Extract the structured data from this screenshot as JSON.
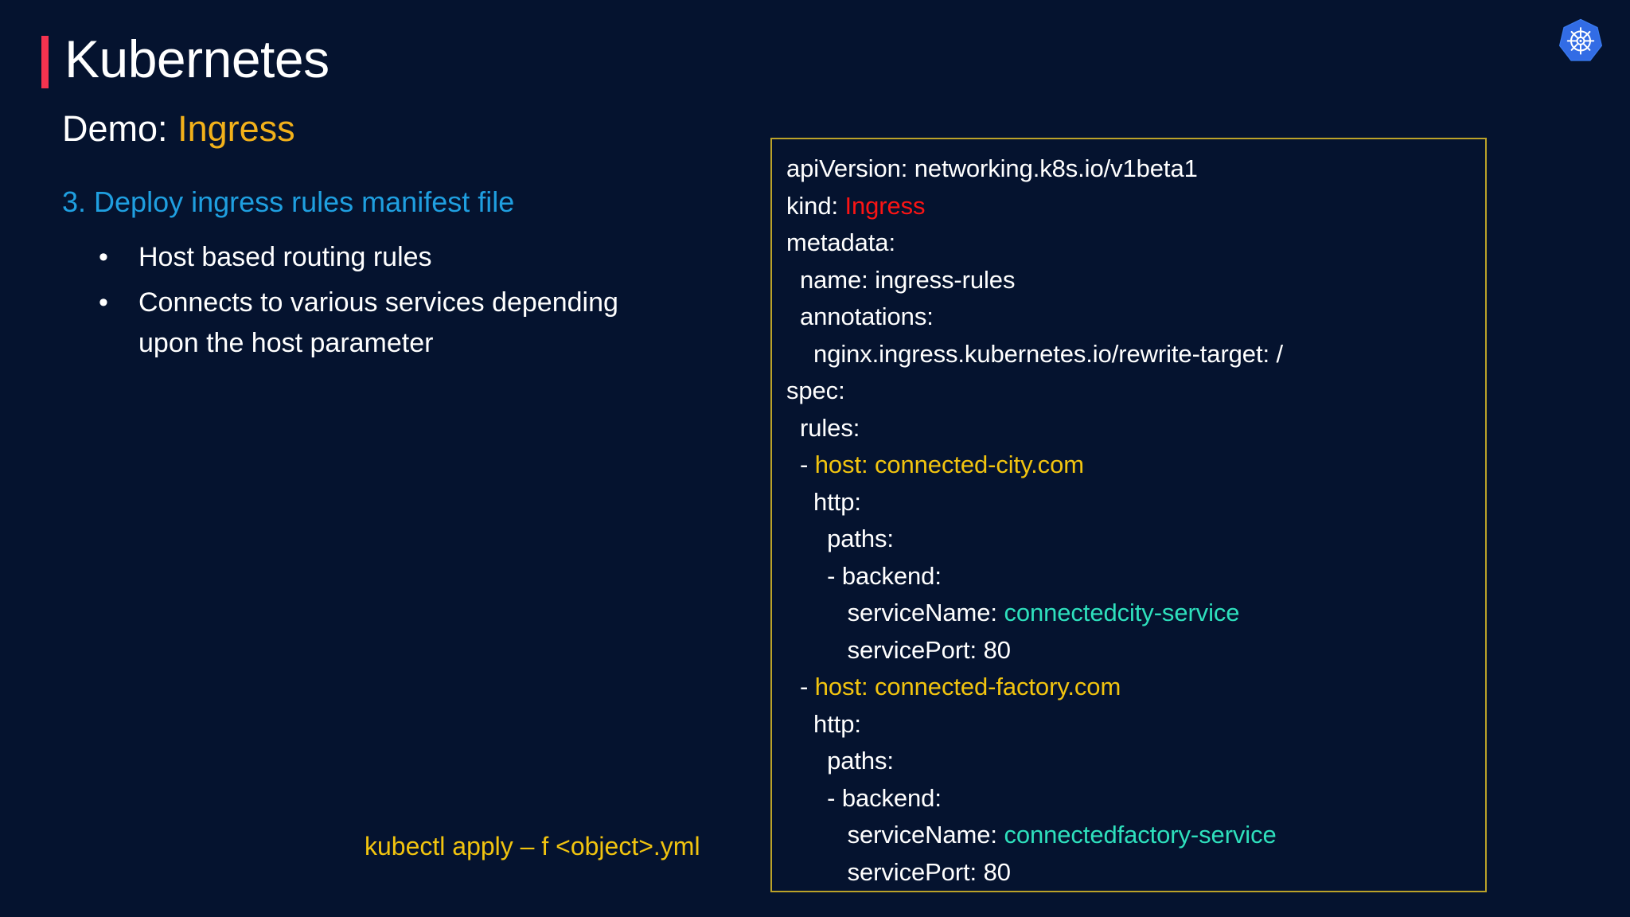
{
  "slide": {
    "background_color": "#05132f",
    "accent_bar_color": "#f5334f",
    "title": "Kubernetes",
    "logo_name": "kubernetes-logo"
  },
  "subtitle": {
    "label": "Demo:",
    "value": "Ingress",
    "value_color": "#f2b11a"
  },
  "step": {
    "heading": "3. Deploy ingress rules manifest file",
    "heading_color": "#1f9fe0"
  },
  "bullets": {
    "marker": "•",
    "items": [
      "Host based routing rules",
      "Connects to various services depending upon the host parameter"
    ]
  },
  "command": {
    "text": "kubectl apply – f <object>.yml",
    "color": "#f2c40f"
  },
  "yaml_panel": {
    "border_color": "#bba229",
    "colors": {
      "plain": "#ffffff",
      "kind": "#fc1414",
      "host": "#f2c40f",
      "service": "#2ee0bd"
    },
    "lines": [
      {
        "indent": "",
        "plain": "apiVersion: networking.k8s.io/v1beta1",
        "accent": "",
        "accent_class": ""
      },
      {
        "indent": "",
        "plain": "kind: ",
        "accent": "Ingress",
        "accent_class": "tok-red"
      },
      {
        "indent": "",
        "plain": "metadata:",
        "accent": "",
        "accent_class": ""
      },
      {
        "indent": "  ",
        "plain": "name: ingress-rules",
        "accent": "",
        "accent_class": ""
      },
      {
        "indent": "  ",
        "plain": "annotations:",
        "accent": "",
        "accent_class": ""
      },
      {
        "indent": "    ",
        "plain": "nginx.ingress.kubernetes.io/rewrite-target: /",
        "accent": "",
        "accent_class": ""
      },
      {
        "indent": "",
        "plain": "spec:",
        "accent": "",
        "accent_class": ""
      },
      {
        "indent": "  ",
        "plain": "rules:",
        "accent": "",
        "accent_class": ""
      },
      {
        "indent": "  ",
        "plain": "- ",
        "accent": "host: connected-city.com",
        "accent_class": "tok-yellow"
      },
      {
        "indent": "    ",
        "plain": "http:",
        "accent": "",
        "accent_class": ""
      },
      {
        "indent": "      ",
        "plain": "paths:",
        "accent": "",
        "accent_class": ""
      },
      {
        "indent": "      ",
        "plain": "- backend:",
        "accent": "",
        "accent_class": ""
      },
      {
        "indent": "         ",
        "plain": "serviceName: ",
        "accent": "connectedcity-service",
        "accent_class": "tok-teal"
      },
      {
        "indent": "         ",
        "plain": "servicePort: 80",
        "accent": "",
        "accent_class": ""
      },
      {
        "indent": "  ",
        "plain": "- ",
        "accent": "host: connected-factory.com",
        "accent_class": "tok-yellow"
      },
      {
        "indent": "    ",
        "plain": "http:",
        "accent": "",
        "accent_class": ""
      },
      {
        "indent": "      ",
        "plain": "paths:",
        "accent": "",
        "accent_class": ""
      },
      {
        "indent": "      ",
        "plain": "- backend:",
        "accent": "",
        "accent_class": ""
      },
      {
        "indent": "         ",
        "plain": "serviceName: ",
        "accent": "connectedfactory-service",
        "accent_class": "tok-teal"
      },
      {
        "indent": "         ",
        "plain": "servicePort: 80",
        "accent": "",
        "accent_class": ""
      }
    ]
  }
}
